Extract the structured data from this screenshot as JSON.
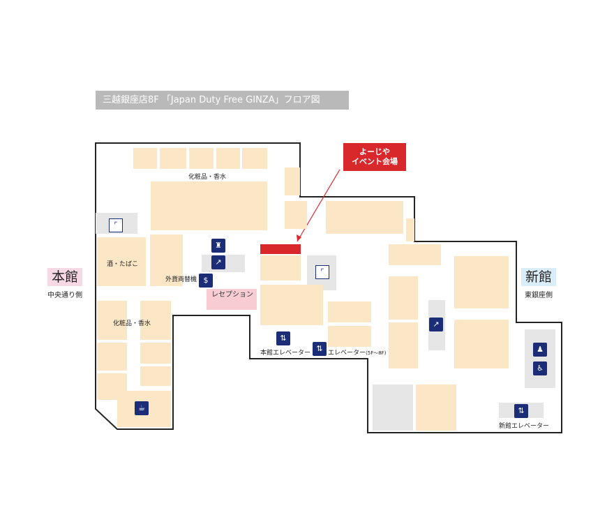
{
  "title": "三越銀座店8F 「Japan Duty Free GINZA」フロア図",
  "callout": {
    "line1": "よーじや",
    "line2": "イベント会場",
    "color": "#d8282c"
  },
  "buildings": {
    "honkan": {
      "name": "本館",
      "side": "中央通り側",
      "color": "#f7d9e6"
    },
    "shinkan": {
      "name": "新館",
      "side": "東銀座側",
      "color": "#d9eef9"
    }
  },
  "labels": {
    "cosmetics_top": "化粧品・香水",
    "cosmetics_left": "化粧品・香水",
    "liquor": "酒・たばこ",
    "exchange": "外貨両替機",
    "reception": "レセプション",
    "honkan_elevator": "本館エレベーター",
    "elevator_5f8f": "エレベーター",
    "elevator_range": "(5F～8F)",
    "shinkan_elevator": "新館エレベーター"
  },
  "icons": [
    "escalator-icon",
    "stairs-icon",
    "elevator-icon",
    "restroom-icon",
    "wheelchair-icon",
    "cafe-icon",
    "currency-exchange-icon",
    "information-icon"
  ],
  "colors": {
    "store": "#fbe6c6",
    "service": "#e6e6e6",
    "icon": "#1c2d78",
    "title_bg": "#b9b9b9"
  }
}
